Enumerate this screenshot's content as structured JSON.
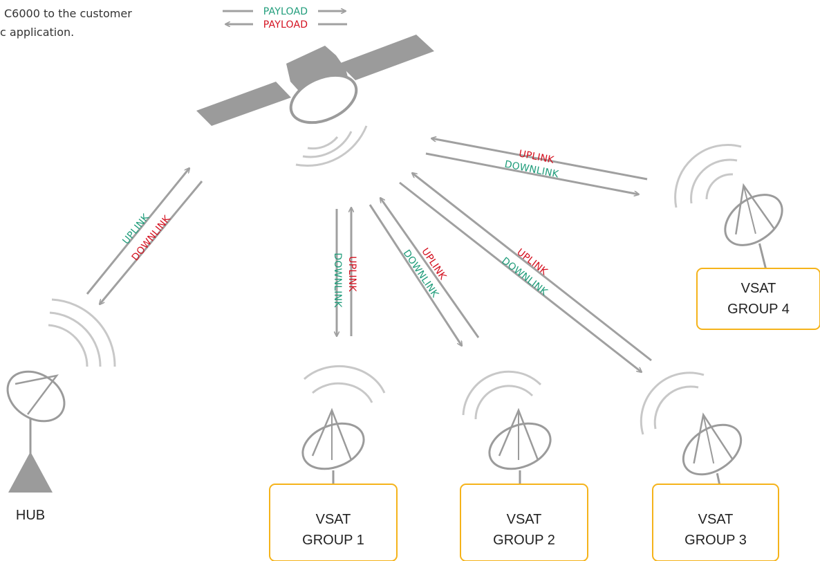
{
  "intro": {
    "line1": "C6000 to the customer",
    "line2": "c application."
  },
  "payload": {
    "forward": "PAYLOAD",
    "return": "PAYLOAD"
  },
  "links": {
    "hub": {
      "uplink": "UPLINK",
      "downlink": "DOWNLINK"
    },
    "group1": {
      "uplink": "UPLINK",
      "downlink": "DOWNLINK"
    },
    "group2": {
      "uplink": "UPLINK",
      "downlink": "DOWNLINK"
    },
    "group3": {
      "uplink": "UPLINK",
      "downlink": "DOWNLINK"
    },
    "group4": {
      "uplink": "UPLINK",
      "downlink": "DOWNLINK"
    }
  },
  "stations": {
    "hub": {
      "label": "HUB"
    },
    "group1": {
      "line1": "VSAT",
      "line2": "GROUP 1"
    },
    "group2": {
      "line1": "VSAT",
      "line2": "GROUP 2"
    },
    "group3": {
      "line1": "VSAT",
      "line2": "GROUP 3"
    },
    "group4": {
      "line1": "VSAT",
      "line2": "GROUP 4"
    }
  },
  "colors": {
    "uplink_green": "#1f9c7a",
    "downlink_red": "#d4101f",
    "line_gray": "#a0a0a0",
    "satellite_gray": "#9b9b9b",
    "box_border": "#f5b31a"
  }
}
